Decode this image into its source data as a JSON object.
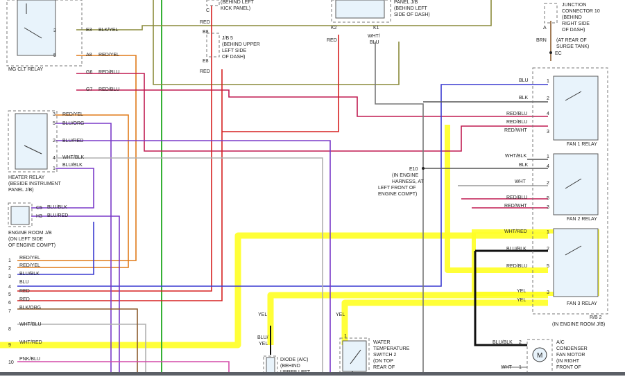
{
  "colors": {
    "red": "#d62020",
    "orange": "#e07a18",
    "blue": "#3a3ad0",
    "purple": "#7a3ac8",
    "green": "#35b035",
    "olive": "#8a8a3a",
    "gray": "#8a8a8a",
    "black": "#111111",
    "pink": "#d44aa8",
    "brown": "#8b5a2b",
    "highlight": "#ffff22",
    "relay_fill": "#e8f3fb"
  },
  "components": {
    "mg_clt_relay": "MG CLT RELAY",
    "heater_relay": [
      "HEATER RELAY",
      "(BESIDE INSTRUMENT",
      "PANEL J/B)"
    ],
    "engine_room_jb": [
      "ENGINE ROOM J/B",
      "(ON LEFT SIDE",
      "OF ENGINE COMPT)"
    ],
    "kick_panel": [
      "(BEHIND LEFT",
      "KICK PANEL)"
    ],
    "jb5": [
      "J/B 5",
      "(BEHIND UPPER",
      "LEFT SIDE",
      "OF DASH)"
    ],
    "panel_jb": [
      "PANEL J/B",
      "(BEHIND LEFT",
      "SIDE OF DASH)"
    ],
    "junction_connector": [
      "JUNCTION",
      "CONNECTOR 10",
      "(BEHIND",
      "RIGHT SIDE",
      "OF DASH)"
    ],
    "surge_tank": [
      "(AT REAR OF",
      "SURGE TANK)"
    ],
    "ec": "EC",
    "e10": [
      "E10",
      "(IN ENGINE",
      "HARNESS, AT",
      "LEFT FRONT OF",
      "ENGINE COMPT)"
    ],
    "fan1_relay": "FAN 1 RELAY",
    "fan2_relay": "FAN 2 RELAY",
    "fan3_relay": "FAN 3 RELAY",
    "rb2": [
      "R/B 2",
      "(IN ENGINE ROOM J/B)"
    ],
    "water_temp_switch": [
      "WATER",
      "TEMPERATURE",
      "SWITCH 2",
      "(ON TOP",
      "REAR OF"
    ],
    "diode": [
      "DIODE (A/C)",
      "(BEHIND",
      "UPPER LEFT"
    ],
    "ac_fan_motor": [
      "A/C",
      "CONDENSER",
      "FAN MOTOR",
      "(IN RIGHT",
      "FRONT OF"
    ],
    "motor_symbol": "M"
  },
  "connectors": {
    "mg_pins": [
      "3",
      "5"
    ],
    "mg_codes": [
      "E3",
      "A8",
      "G6",
      "G7"
    ],
    "mg_wires": [
      "BLK/YEL",
      "RED/YEL",
      "RED/BLU",
      "RED/BLU"
    ],
    "heater_pins": [
      "3",
      "5",
      "2",
      "4",
      "1"
    ],
    "heater_wires": [
      "RED/YEL",
      "BLU/ORG",
      "BLU/RED",
      "WHT/BLK",
      "BLU/BLK"
    ],
    "eng_codes": [
      "C5",
      "H3"
    ],
    "eng_wires": [
      "BLU/BLK",
      "BLU/RED"
    ],
    "kick_c": "C",
    "jb5_codes": [
      "B8",
      "E8"
    ],
    "jb5_wires": [
      "RED",
      "RED"
    ],
    "panel_codes": [
      "K2",
      "K1"
    ],
    "panel_wires": [
      "RED",
      "WHT/",
      "BLU"
    ],
    "jc_a": "A",
    "jc_wire": "BRN",
    "fan1_pins": [
      "1",
      "2",
      "4",
      "3"
    ],
    "fan1_wires": [
      "BLU",
      "BLK",
      "RED/BLU",
      "RED/BLU",
      "RED/WHT"
    ],
    "fan2_pins": [
      "1",
      "4",
      "2",
      "5",
      "3"
    ],
    "fan2_wires": [
      "WHT/BLK",
      "BLK",
      "WHT",
      "RED/BLU",
      "RED/WHT"
    ],
    "fan3_pins": [
      "1",
      "2",
      "5",
      "3"
    ],
    "fan3_wires": [
      "WHT/RED",
      "BLU/BLK",
      "RED/BLU",
      "YEL",
      "YEL"
    ],
    "diode_wires": [
      "YEL",
      "BLU/",
      "YEL"
    ],
    "wts_wire": "YEL",
    "wts_pin": "1",
    "motor_pins": [
      "2",
      "1"
    ],
    "motor_wires": [
      "BLU/BLK",
      "WHT"
    ]
  },
  "terminals": [
    {
      "num": "1",
      "wire": "RED/YEL"
    },
    {
      "num": "2",
      "wire": "RED/YEL"
    },
    {
      "num": "3",
      "wire": "BLU/BLK"
    },
    {
      "num": "4",
      "wire": "BLU"
    },
    {
      "num": "5",
      "wire": "RED"
    },
    {
      "num": "6",
      "wire": "RED"
    },
    {
      "num": "7",
      "wire": "BLK/ORG"
    },
    {
      "num": "8",
      "wire": "WHT/BLU"
    },
    {
      "num": "9",
      "wire": "WHT/RED"
    },
    {
      "num": "10",
      "wire": "PNK/BLU"
    }
  ]
}
